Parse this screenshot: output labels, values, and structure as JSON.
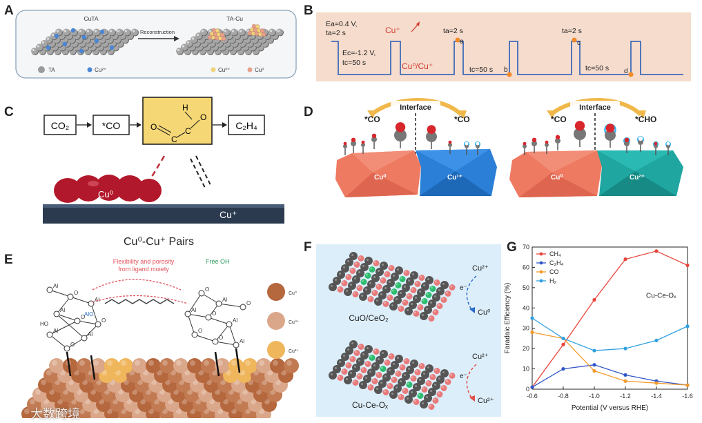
{
  "panels": {
    "A": {
      "label": "A",
      "left_title": "CuTA",
      "right_title": "TA-Cu",
      "arrow": "Reconstruction",
      "legend": [
        "TA",
        "Cu²⁺",
        "Cu⁰⁺",
        "Cu⁰"
      ]
    },
    "B": {
      "label": "B",
      "cond1a": "Ea=0.4 V,",
      "cond1b": "ta=2 s",
      "cond2a": "Ec=-1.2 V,",
      "cond2b": "tc=50 s",
      "cu_plus": "Cu⁺",
      "cu0cu": "Cu⁰/Cu⁺",
      "ta1": "ta=2 s",
      "ta2": "ta=2 s",
      "tc1": "tc=50 s",
      "tc2": "tc=50 s",
      "pa": "a",
      "pb": "b",
      "pc": "c",
      "pd": "d"
    },
    "C": {
      "label": "C",
      "box1": "CO₂",
      "box2": "*CO",
      "box3": "C₂H₄",
      "h": "H",
      "o": "O",
      "c": "C",
      "cu0": "Cu⁰",
      "cu_plus": "Cu⁺",
      "caption": "Cu⁰-Cu⁺ Pairs"
    },
    "D": {
      "label": "D",
      "interface": "Interface",
      "co_l1": "*CO",
      "co_l2": "*CO",
      "cu0_l": "Cu⁰",
      "cu1_l": "Cu¹⁺",
      "co_r1": "*CO",
      "cho_r": "*CHO",
      "cu0_r": "Cu⁰",
      "cu2_r": "Cu²⁺"
    },
    "E": {
      "label": "E",
      "flex1": "Flexibility and porosity",
      "flex2": "from ligand moiety",
      "free_oh": "Free OH",
      "legend": [
        "Cu⁰",
        "Cu⁰⁺",
        "Cu²⁺"
      ],
      "al": "Al",
      "o": "O",
      "ho": "HO",
      "alo": "AlO"
    },
    "F": {
      "label": "F",
      "top_label": "CuO/CeO₂",
      "bottom_label": "Cu-Ce-Oₓ",
      "t_cu2": "Cu²⁺",
      "t_e": "e⁻",
      "t_cu0": "Cu⁰",
      "b_cu2a": "Cu²⁺",
      "b_e": "e⁻",
      "b_cu2b": "Cu²⁺"
    },
    "G": {
      "label": "G",
      "inset": "Cu-Ce-Oₓ"
    }
  },
  "watermark": "大数跨境",
  "colors": {
    "ch4": "#e8453c",
    "c2h4": "#2f56c9",
    "co": "#f39a2a",
    "h2": "#2fa0e0"
  },
  "chart_data": {
    "type": "line",
    "xlabel": "Potential (V versus RHE)",
    "ylabel": "Faradaic Efficiency (%)",
    "x": [
      -0.6,
      -0.8,
      -1.0,
      -1.2,
      -1.4,
      -1.6
    ],
    "xlim": [
      -0.6,
      -1.6
    ],
    "ylim": [
      0,
      70
    ],
    "xticks": [
      "-0.6",
      "-0.8",
      "-1.0",
      "-1.2",
      "-1.4",
      "-1.6"
    ],
    "yticks": [
      "0",
      "10",
      "20",
      "30",
      "40",
      "50",
      "60",
      "70"
    ],
    "legend_position": "top-left",
    "series": [
      {
        "name": "CH₄",
        "key": "ch4",
        "values": [
          1,
          22,
          44,
          64,
          68,
          61
        ]
      },
      {
        "name": "C₂H₄",
        "key": "c2h4",
        "values": [
          1,
          10,
          12,
          7,
          4,
          2
        ]
      },
      {
        "name": "CO",
        "key": "co",
        "values": [
          28,
          25,
          9,
          4,
          3,
          2
        ]
      },
      {
        "name": "H₂",
        "key": "h2",
        "values": [
          35,
          25,
          19,
          20,
          24,
          31
        ]
      }
    ]
  }
}
